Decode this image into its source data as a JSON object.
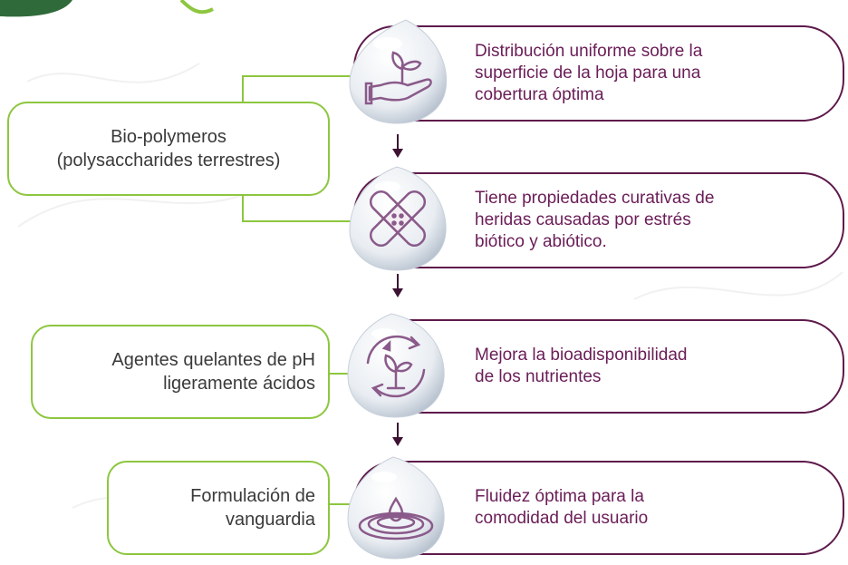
{
  "benefits": [
    {
      "icon": "hand-with-plant-icon",
      "lines": [
        "Distribución uniforme sobre la",
        "superficie de la hoja para una",
        "cobertura óptima"
      ]
    },
    {
      "icon": "bandage-icon",
      "lines": [
        "Tiene propiedades curativas de",
        "heridas causadas por estrés",
        "biótico y abiótico."
      ]
    },
    {
      "icon": "plant-cycle-icon",
      "lines": [
        "Mejora la bioadisponibilidad",
        "de los nutrientes"
      ]
    },
    {
      "icon": "water-ripple-icon",
      "lines": [
        "Fluidez óptima para la",
        "comodidad del usuario"
      ]
    }
  ],
  "components": [
    {
      "lines": [
        "Bio-polymeros",
        "(polysaccharides terrestres)"
      ]
    },
    {
      "lines": [
        "Agentes quelantes de pH",
        "ligeramente ácidos"
      ]
    },
    {
      "lines": [
        "Formulación de",
        "vanguardia"
      ]
    }
  ],
  "colors": {
    "green": "#8dc63f",
    "plum": "#5e1a4b",
    "text_plum": "#6a1d57",
    "arrow": "#3d1233"
  }
}
